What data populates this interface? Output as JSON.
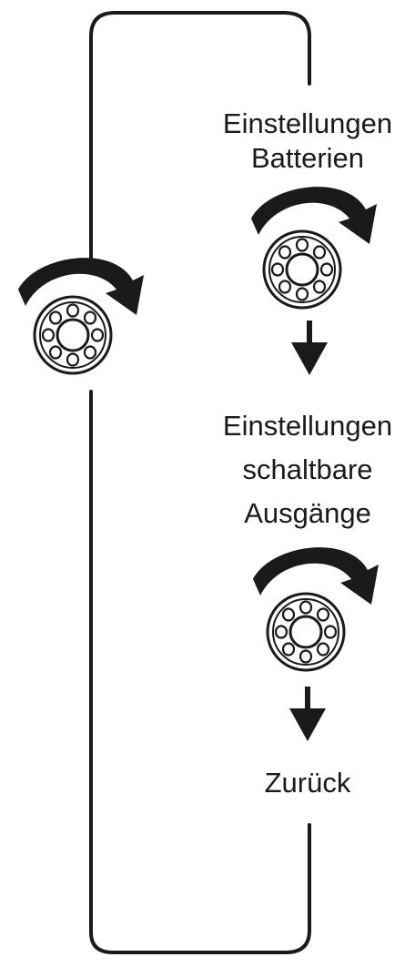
{
  "labels": {
    "battery_settings_line1": "Einstellungen",
    "battery_settings_line2": "Batterien",
    "outputs_settings_line1": "Einstellungen",
    "outputs_settings_line2": "schaltbare",
    "outputs_settings_line3": "Ausgänge",
    "back": "Zurück"
  },
  "icons": {
    "knob": "rotary-knob-icon",
    "rotate_arrow": "clockwise-arrow-icon",
    "down_arrow": "down-arrow-icon"
  },
  "colors": {
    "stroke": "#1a1a1a",
    "background": "#ffffff"
  }
}
